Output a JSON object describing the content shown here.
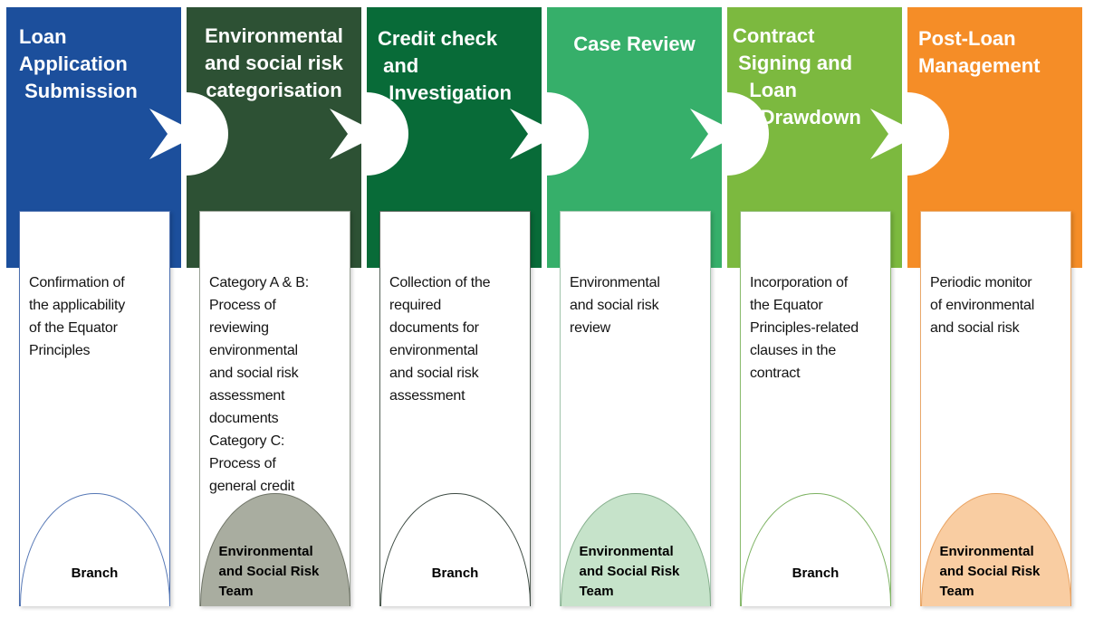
{
  "connector_icon": "chevron-right-icon",
  "stages": [
    {
      "title": "Loan\nApplication\n Submission",
      "description": "Confirmation of\nthe applicability\nof the Equator\nPrinciples",
      "owner": "Branch",
      "colors": {
        "header": "#1C4F9C",
        "panel_border": "#4C6FAF",
        "dome_fill": "#FFFFFF",
        "dome_border": "#5577B5"
      }
    },
    {
      "title": "Environmental\nand social risk\ncategorisation",
      "description": "Category A & B:\nProcess of\nreviewing\nenvironmental\nand social risk\nassessment\ndocuments\nCategory C:\nProcess of\ngeneral credit",
      "owner": "Environmental\nand Social Risk\nTeam",
      "colors": {
        "header": "#2D5134",
        "panel_border": "#98A094",
        "dome_fill": "#A9ADA0",
        "dome_border": "#6E7366"
      }
    },
    {
      "title": "Credit check\n and\n  Investigation",
      "description": "Collection of the\nrequired\ndocuments for\nenvironmental\nand social risk\nassessment",
      "owner": "Branch",
      "colors": {
        "header": "#086B38",
        "panel_border": "#566358",
        "dome_fill": "#FFFFFF",
        "dome_border": "#3C4A42"
      }
    },
    {
      "title": "Case Review",
      "description": "Environmental\nand social risk\nreview",
      "owner": "Environmental\nand Social Risk\nTeam",
      "colors": {
        "header": "#36AF6A",
        "panel_border": "#A3C6AE",
        "dome_fill": "#C6E3CA",
        "dome_border": "#85AE8C"
      }
    },
    {
      "title": "Contract\n Signing and\n   Loan\n     Drawdown",
      "description": "Incorporation of\nthe Equator\nPrinciples-related\nclauses in the\ncontract",
      "owner": "Branch",
      "colors": {
        "header": "#7CB93F",
        "panel_border": "#8ABB6E",
        "dome_fill": "#FFFFFF",
        "dome_border": "#7CB261"
      }
    },
    {
      "title": "Post-Loan\nManagement",
      "description": "Periodic monitor\nof environmental\nand social risk",
      "owner": "Environmental\nand Social Risk\nTeam",
      "colors": {
        "header": "#F58D27",
        "panel_border": "#E9A96B",
        "dome_fill": "#F9CDA2",
        "dome_border": "#E8A160"
      }
    }
  ]
}
